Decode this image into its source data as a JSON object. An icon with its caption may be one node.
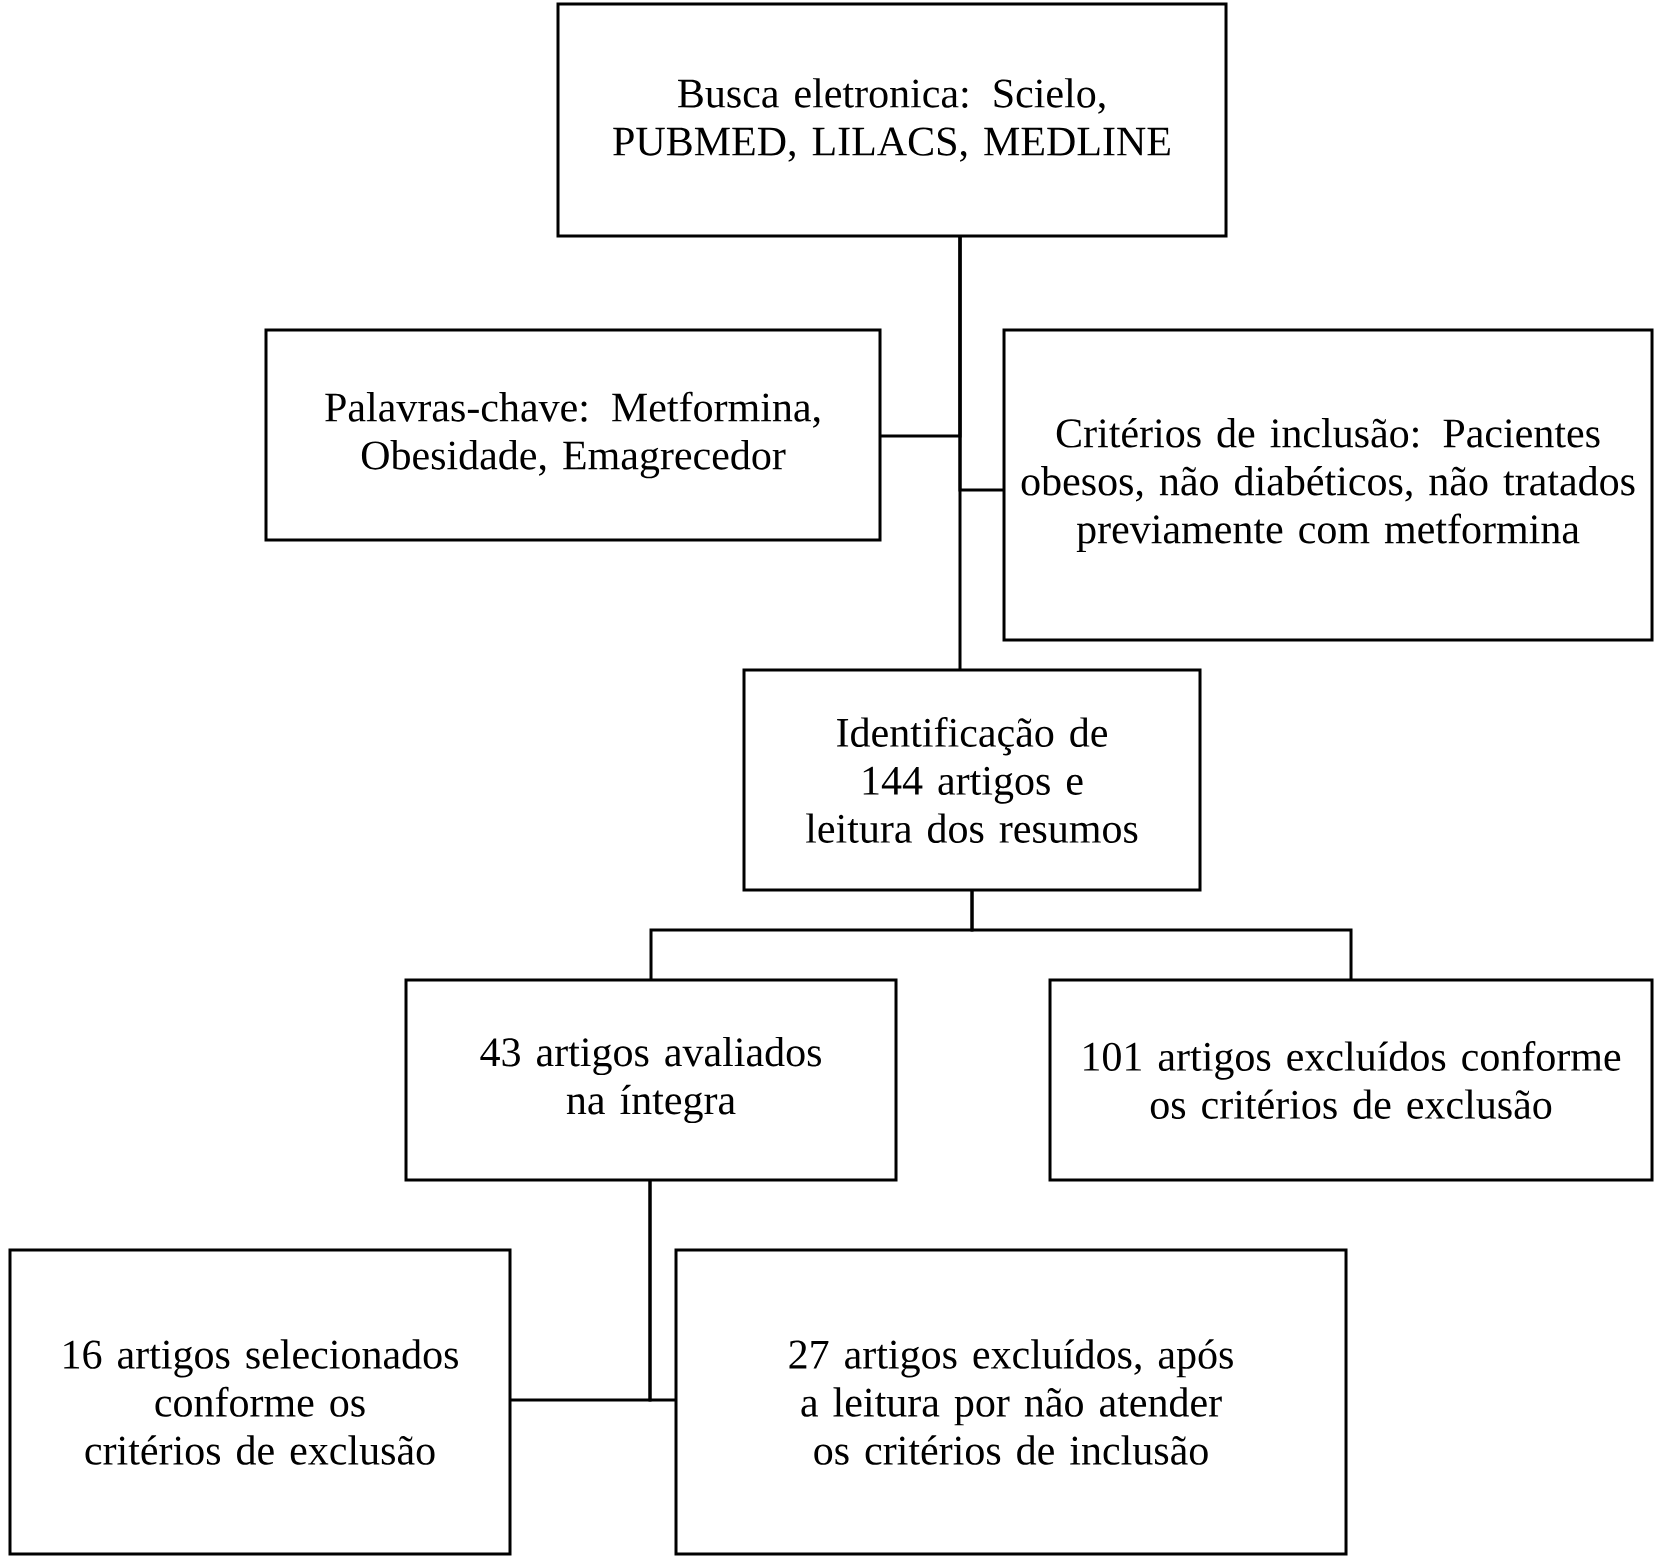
{
  "diagram": {
    "nodes": [
      {
        "text": [
          "Busca eletronica: Scielo, PUBMED, LILACS, MEDLINE"
        ]
      },
      {
        "text": [
          "Palavras-chave: Metformina, Obesidade, Emagrecedor"
        ]
      },
      {
        "text": [
          "Critérios de inclusão: Pacientes obesos, não diabéticos, não tratados previamente com metformina"
        ]
      },
      {
        "text": [
          "Identificação de 144 artigos e leitura dos resumos"
        ]
      },
      {
        "text": [
          "43 artigos avaliados na íntegra"
        ]
      },
      {
        "text": [
          "101 artigos excluídos conforme os critérios de exclusão"
        ]
      },
      {
        "text": [
          "16 artigos selecionados conforme os critérios de exclusão"
        ]
      },
      {
        "text": [
          "27 artigos excluídos, após a leitura por não atender os critérios de inclusão"
        ]
      }
    ],
    "edges": [
      {
        "from": 0,
        "to": 1,
        "arrow": "none"
      },
      {
        "from": 0,
        "to": 2,
        "arrow": "none"
      },
      {
        "from": 0,
        "to": 3,
        "arrow": "none"
      },
      {
        "from": 3,
        "to": 4,
        "arrow": "none"
      },
      {
        "from": 3,
        "to": 5,
        "arrow": "none"
      },
      {
        "from": 4,
        "to": 6,
        "arrow": "none"
      },
      {
        "from": 4,
        "to": 7,
        "arrow": "none"
      }
    ]
  }
}
